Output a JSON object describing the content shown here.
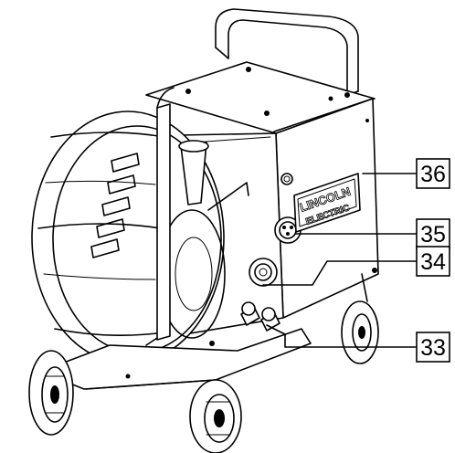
{
  "brand": {
    "line1": "LINCOLN",
    "line2": "ELECTRIC"
  },
  "callouts": [
    {
      "label": "36"
    },
    {
      "label": "35"
    },
    {
      "label": "34"
    },
    {
      "label": "33"
    }
  ]
}
